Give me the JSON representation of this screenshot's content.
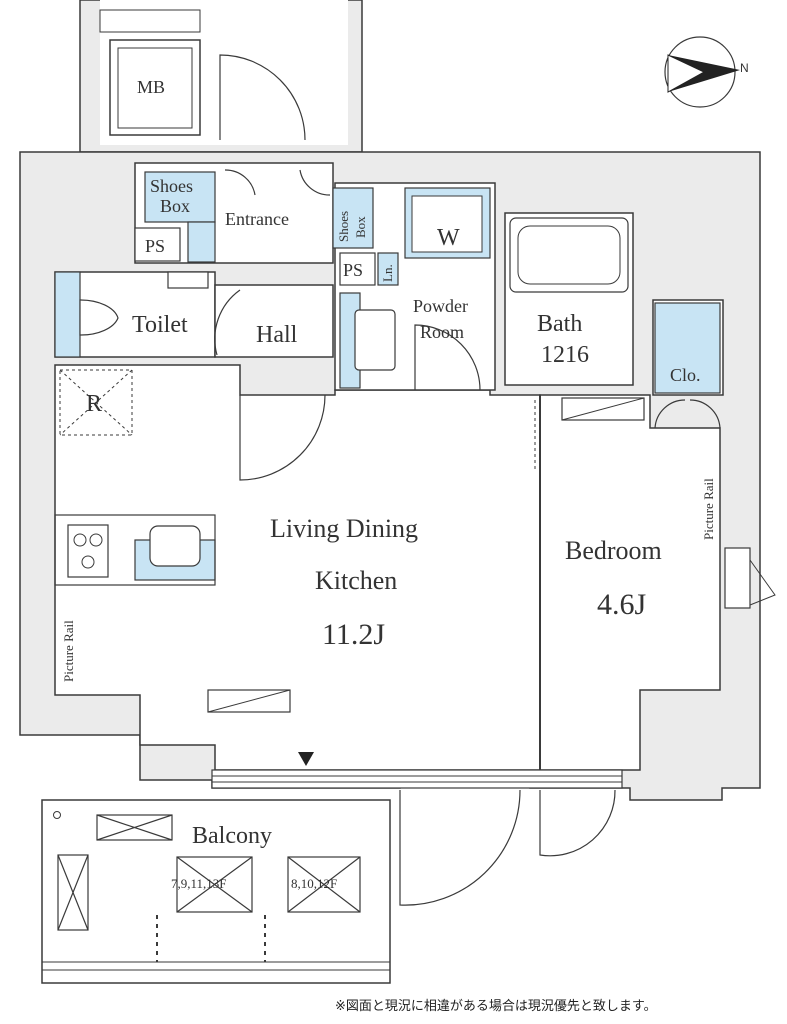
{
  "rooms": {
    "mb": "MB",
    "shoes_box_1": [
      "Shoes",
      "Box"
    ],
    "entrance": "Entrance",
    "shoes_box_2": [
      "Shoes",
      "Box"
    ],
    "w": "W",
    "ps_1": "PS",
    "ps_2": "PS",
    "ln": "Ln.",
    "toilet": "Toilet",
    "hall": "Hall",
    "powder_room": [
      "Powder",
      "Room"
    ],
    "bath": "Bath",
    "bath_size": "1216",
    "clo": "Clo.",
    "refrigerator": "R",
    "ldk": [
      "Living Dining",
      "Kitchen"
    ],
    "ldk_size": "11.2J",
    "bedroom": "Bedroom",
    "bedroom_size": "4.6J",
    "picture_rail_1": "Picture Rail",
    "picture_rail_2": "Picture Rail",
    "balcony": "Balcony",
    "floors_a": "7,9,11,13F",
    "floors_b": "8,10,12F"
  },
  "compass": "N",
  "footnote": "※図面と現況に相違がある場合は現況優先と致します。",
  "colors": {
    "wall_fill": "#ebebeb",
    "line": "#3a3a3a",
    "fixture": "#c8e4f4"
  }
}
